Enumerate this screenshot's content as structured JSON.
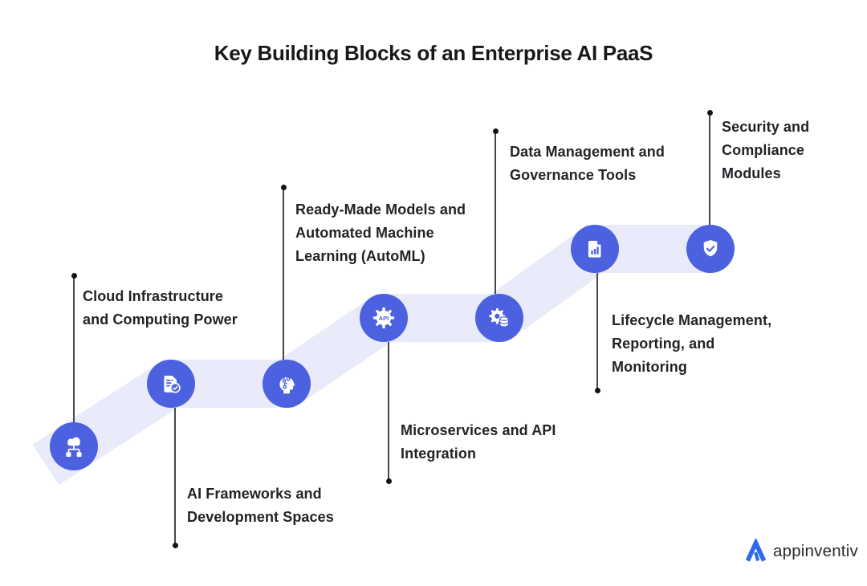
{
  "title": "Key Building Blocks of an Enterprise AI PaaS",
  "steps": [
    {
      "name": "cloud-infrastructure",
      "icon": "cloud-network-icon",
      "label": [
        "Cloud Infrastructure",
        "and Computing Power"
      ]
    },
    {
      "name": "ai-frameworks",
      "icon": "document-check-icon",
      "label": [
        "AI Frameworks and",
        "Development Spaces"
      ]
    },
    {
      "name": "automl",
      "icon": "ai-head-icon",
      "label": [
        "Ready-Made Models and",
        "Automated Machine",
        "Learning (AutoML)"
      ]
    },
    {
      "name": "microservices",
      "icon": "api-gear-icon",
      "label": [
        "Microservices and API",
        "Integration"
      ]
    },
    {
      "name": "data-management",
      "icon": "gear-database-icon",
      "label": [
        "Data Management and",
        "Governance Tools"
      ]
    },
    {
      "name": "lifecycle",
      "icon": "report-document-icon",
      "label": [
        "Lifecycle Management,",
        "Reporting, and",
        "Monitoring"
      ]
    },
    {
      "name": "security",
      "icon": "shield-check-icon",
      "label": [
        "Security and",
        "Compliance",
        "Modules"
      ]
    }
  ],
  "logo": {
    "brand": "appinventiv"
  },
  "colors": {
    "accent": "#4C61E0",
    "band": "#E9EBFB",
    "line": "#46474C",
    "dot": "#121317",
    "title": "#17181B",
    "label": "#222327",
    "logo-blue": "#2E6BEC",
    "logo-text": "#28292D",
    "bg": "#FFFFFF"
  }
}
